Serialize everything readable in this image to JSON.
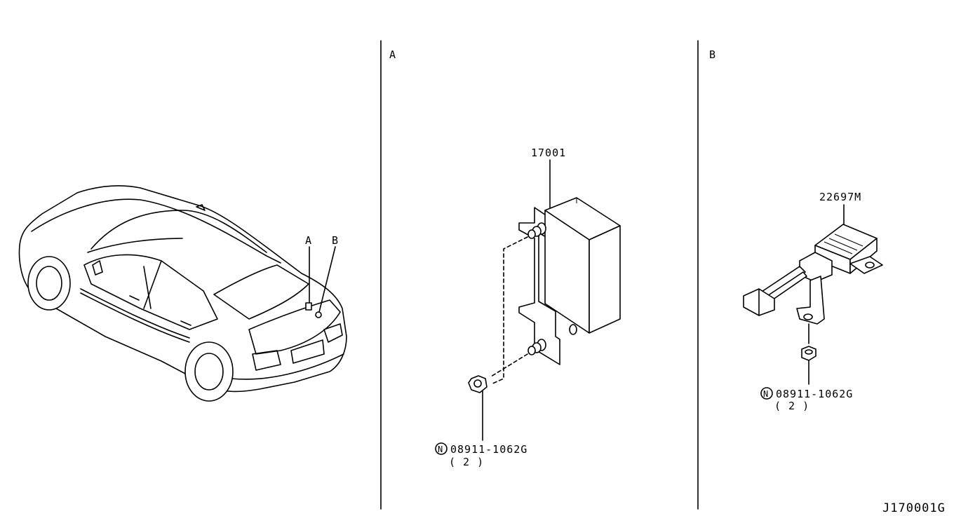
{
  "diagram": {
    "drawing_code": "J170001G",
    "panels": [
      {
        "id": "overview",
        "callouts": [
          "A",
          "B"
        ]
      },
      {
        "id": "A",
        "label": "A",
        "part_number": "17001",
        "fastener": {
          "symbol": "N",
          "part_number": "08911-1062G",
          "qty": "( 2 )"
        }
      },
      {
        "id": "B",
        "label": "B",
        "part_number": "22697M",
        "fastener": {
          "symbol": "N",
          "part_number": "08911-1062G",
          "qty": "( 2 )"
        }
      }
    ]
  }
}
